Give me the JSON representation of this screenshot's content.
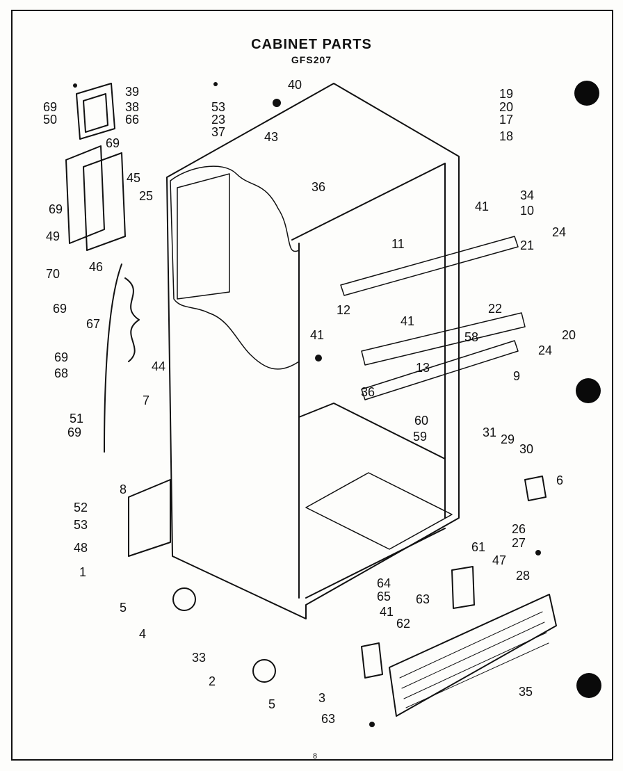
{
  "title": "CABINET PARTS",
  "model": "GFS207",
  "page_number": "8",
  "callouts": [
    {
      "id": "c69a",
      "label": "69"
    },
    {
      "id": "c50",
      "label": "50"
    },
    {
      "id": "c39",
      "label": "39"
    },
    {
      "id": "c38",
      "label": "38"
    },
    {
      "id": "c66",
      "label": "66"
    },
    {
      "id": "c69b",
      "label": "69"
    },
    {
      "id": "c53a",
      "label": "53"
    },
    {
      "id": "c40",
      "label": "40"
    },
    {
      "id": "c23",
      "label": "23"
    },
    {
      "id": "c37",
      "label": "37"
    },
    {
      "id": "c43",
      "label": "43"
    },
    {
      "id": "c19",
      "label": "19"
    },
    {
      "id": "c20a",
      "label": "20"
    },
    {
      "id": "c17",
      "label": "17"
    },
    {
      "id": "c18",
      "label": "18"
    },
    {
      "id": "c45",
      "label": "45"
    },
    {
      "id": "c25",
      "label": "25"
    },
    {
      "id": "c69c",
      "label": "69"
    },
    {
      "id": "c36a",
      "label": "36"
    },
    {
      "id": "c34",
      "label": "34"
    },
    {
      "id": "c41a",
      "label": "41"
    },
    {
      "id": "c10",
      "label": "10"
    },
    {
      "id": "c24a",
      "label": "24"
    },
    {
      "id": "c49",
      "label": "49"
    },
    {
      "id": "c70",
      "label": "70"
    },
    {
      "id": "c46",
      "label": "46"
    },
    {
      "id": "c11",
      "label": "11"
    },
    {
      "id": "c21",
      "label": "21"
    },
    {
      "id": "c69d",
      "label": "69"
    },
    {
      "id": "c67",
      "label": "67"
    },
    {
      "id": "c12",
      "label": "12"
    },
    {
      "id": "c22",
      "label": "22"
    },
    {
      "id": "c41b",
      "label": "41"
    },
    {
      "id": "c20b",
      "label": "20"
    },
    {
      "id": "c41c",
      "label": "41"
    },
    {
      "id": "c58",
      "label": "58"
    },
    {
      "id": "c69e",
      "label": "69"
    },
    {
      "id": "c68",
      "label": "68"
    },
    {
      "id": "c24b",
      "label": "24"
    },
    {
      "id": "c44",
      "label": "44"
    },
    {
      "id": "c13",
      "label": "13"
    },
    {
      "id": "c9",
      "label": "9"
    },
    {
      "id": "c36b",
      "label": "36"
    },
    {
      "id": "c7",
      "label": "7"
    },
    {
      "id": "c51",
      "label": "51"
    },
    {
      "id": "c60",
      "label": "60"
    },
    {
      "id": "c69f",
      "label": "69"
    },
    {
      "id": "c59",
      "label": "59"
    },
    {
      "id": "c31",
      "label": "31"
    },
    {
      "id": "c29",
      "label": "29"
    },
    {
      "id": "c30",
      "label": "30"
    },
    {
      "id": "c6",
      "label": "6"
    },
    {
      "id": "c8",
      "label": "8"
    },
    {
      "id": "c52",
      "label": "52"
    },
    {
      "id": "c53b",
      "label": "53"
    },
    {
      "id": "c26",
      "label": "26"
    },
    {
      "id": "c27",
      "label": "27"
    },
    {
      "id": "c48",
      "label": "48"
    },
    {
      "id": "c61",
      "label": "61"
    },
    {
      "id": "c1",
      "label": "1"
    },
    {
      "id": "c47",
      "label": "47"
    },
    {
      "id": "c28",
      "label": "28"
    },
    {
      "id": "c64",
      "label": "64"
    },
    {
      "id": "c5a",
      "label": "5"
    },
    {
      "id": "c65",
      "label": "65"
    },
    {
      "id": "c63a",
      "label": "63"
    },
    {
      "id": "c41d",
      "label": "41"
    },
    {
      "id": "c4",
      "label": "4"
    },
    {
      "id": "c62",
      "label": "62"
    },
    {
      "id": "c33",
      "label": "33"
    },
    {
      "id": "c2",
      "label": "2"
    },
    {
      "id": "c35",
      "label": "35"
    },
    {
      "id": "c3",
      "label": "3"
    },
    {
      "id": "c5b",
      "label": "5"
    },
    {
      "id": "c63b",
      "label": "63"
    }
  ]
}
